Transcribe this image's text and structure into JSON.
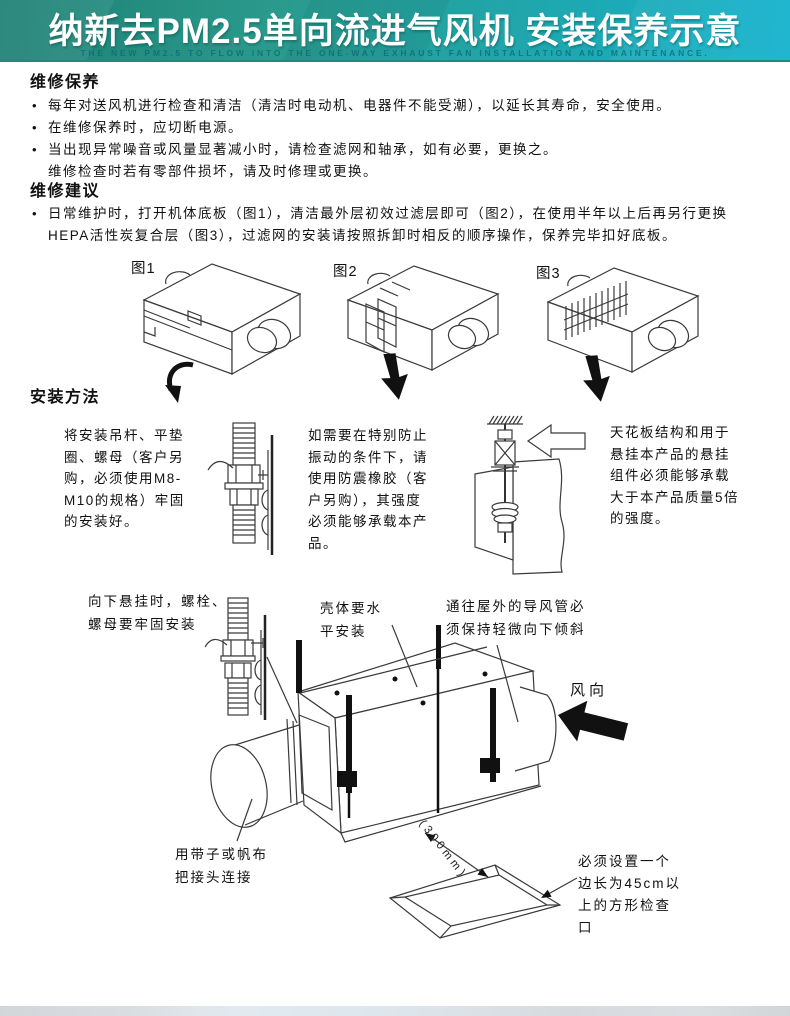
{
  "banner": {
    "title": "纳新去PM2.5单向流进气风机 安装保养示意",
    "subtitle": "THE NEW PM2.5 TO FLOW INTO THE ONE-WAY EXHAUST FAN INSTALLATION AND MAINTENANCE.",
    "colors": {
      "gradient_left": "#1d7f73",
      "gradient_right": "#14b2cd",
      "title": "#ffffff",
      "subtitle": "#0d6a76"
    }
  },
  "maintenance": {
    "heading": "维修保养",
    "bullets": [
      "每年对送风机进行检查和清洁（清洁时电动机、电器件不能受潮），以延长其寿命，安全使用。",
      "在维修保养时，应切断电源。",
      "当出现异常噪音或风量显著减小时，请检查滤网和轴承，如有必要，更换之。"
    ],
    "continuation": "维修检查时若有零部件损坏，请及时修理或更换。"
  },
  "advice": {
    "heading": "维修建议",
    "bullet": "日常维护时，打开机体底板（图1），清洁最外层初效过滤层即可（图2），在使用半年以上后再另行更换\nHEPA活性炭复合层（图3），过滤网的安装请按照拆卸时相反的顺序操作，保养完毕扣好底板。"
  },
  "figures": [
    {
      "label": "图1"
    },
    {
      "label": "图2"
    },
    {
      "label": "图3"
    }
  ],
  "installation": {
    "heading": "安装方法",
    "steps": [
      "将安装吊杆、平垫\n圈、螺母（客户另\n购，必须使用M8-\nM10的规格）牢固\n的安装好。",
      "如需要在特别防止\n振动的条件下，请\n使用防震橡胶（客\n户另购），其强度\n必须能够承载本产\n品。",
      "天花板结构和用于\n悬挂本产品的悬挂\n组件必须能够承载\n大于本产品质量5倍\n的强度。"
    ]
  },
  "diagram": {
    "annotations": {
      "hang_down": "向下悬挂时，螺栓、\n螺母要牢固安装",
      "level_install": "壳体要水\n平安装",
      "duct_slope": "通往屋外的导风管必\n须保持轻微向下倾斜",
      "wind_direction": "风向",
      "joint_connect": "用带子或帆布\n把接头连接",
      "dimension": "(300mm)",
      "inspection_port": "必须设置一个\n边长为45cm以\n上的方形检查\n口"
    }
  }
}
